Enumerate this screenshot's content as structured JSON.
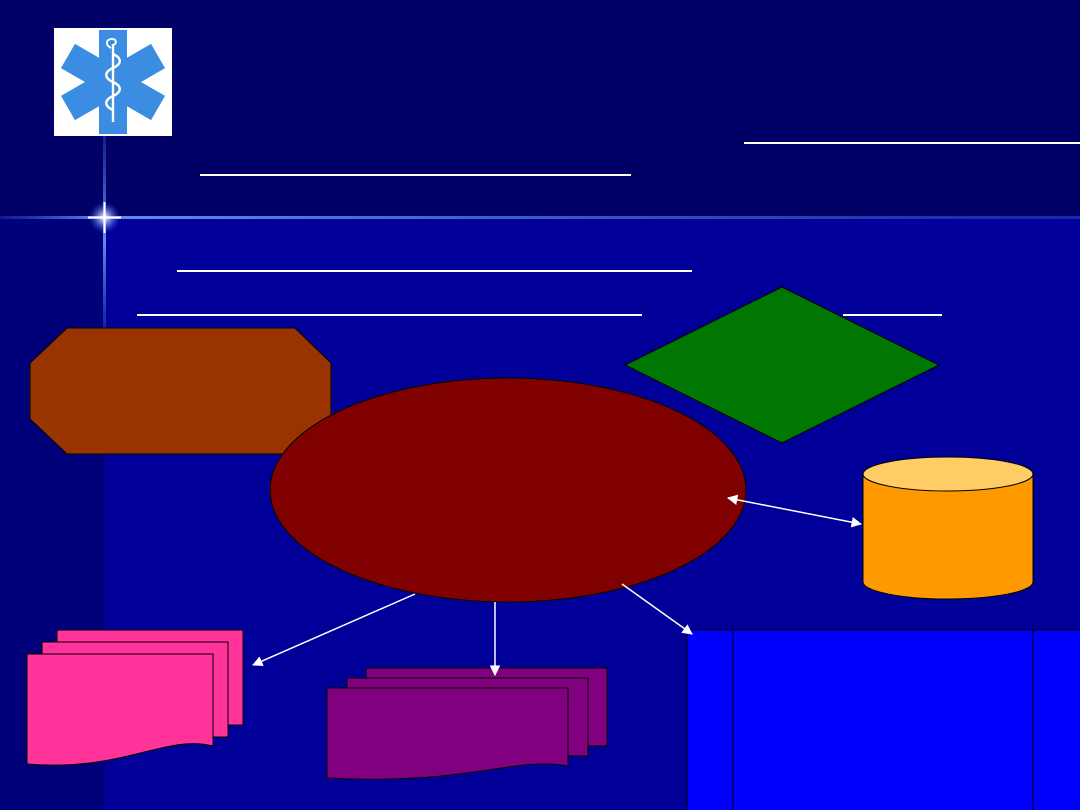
{
  "slide": {
    "background": {
      "header": "#000066",
      "body": "#000099",
      "left_band": "#000077"
    },
    "logo": {
      "icon": "star-of-life",
      "color": "#3a8de0"
    }
  },
  "diagram": {
    "shapes": [
      {
        "id": "process",
        "kind": "octagon",
        "fill": "#993300",
        "text": ""
      },
      {
        "id": "decision",
        "kind": "diamond",
        "fill": "#007700",
        "text": ""
      },
      {
        "id": "system",
        "kind": "ellipse",
        "fill": "#800000",
        "text": ""
      },
      {
        "id": "database",
        "kind": "cylinder",
        "fill": "#ff9900",
        "text": ""
      },
      {
        "id": "documents-pink",
        "kind": "multi-document",
        "fill": "#ff3399",
        "text": ""
      },
      {
        "id": "documents-purple",
        "kind": "multi-document",
        "fill": "#800080",
        "text": ""
      },
      {
        "id": "predefined-process",
        "kind": "predefined-process",
        "fill": "#0000ff",
        "text": ""
      }
    ],
    "connectors": [
      {
        "from": "system",
        "to": "database",
        "direction": "both"
      },
      {
        "from": "system",
        "to": "documents-pink",
        "direction": "to"
      },
      {
        "from": "system",
        "to": "documents-purple",
        "direction": "to"
      },
      {
        "from": "system",
        "to": "predefined-process",
        "direction": "to"
      }
    ]
  }
}
